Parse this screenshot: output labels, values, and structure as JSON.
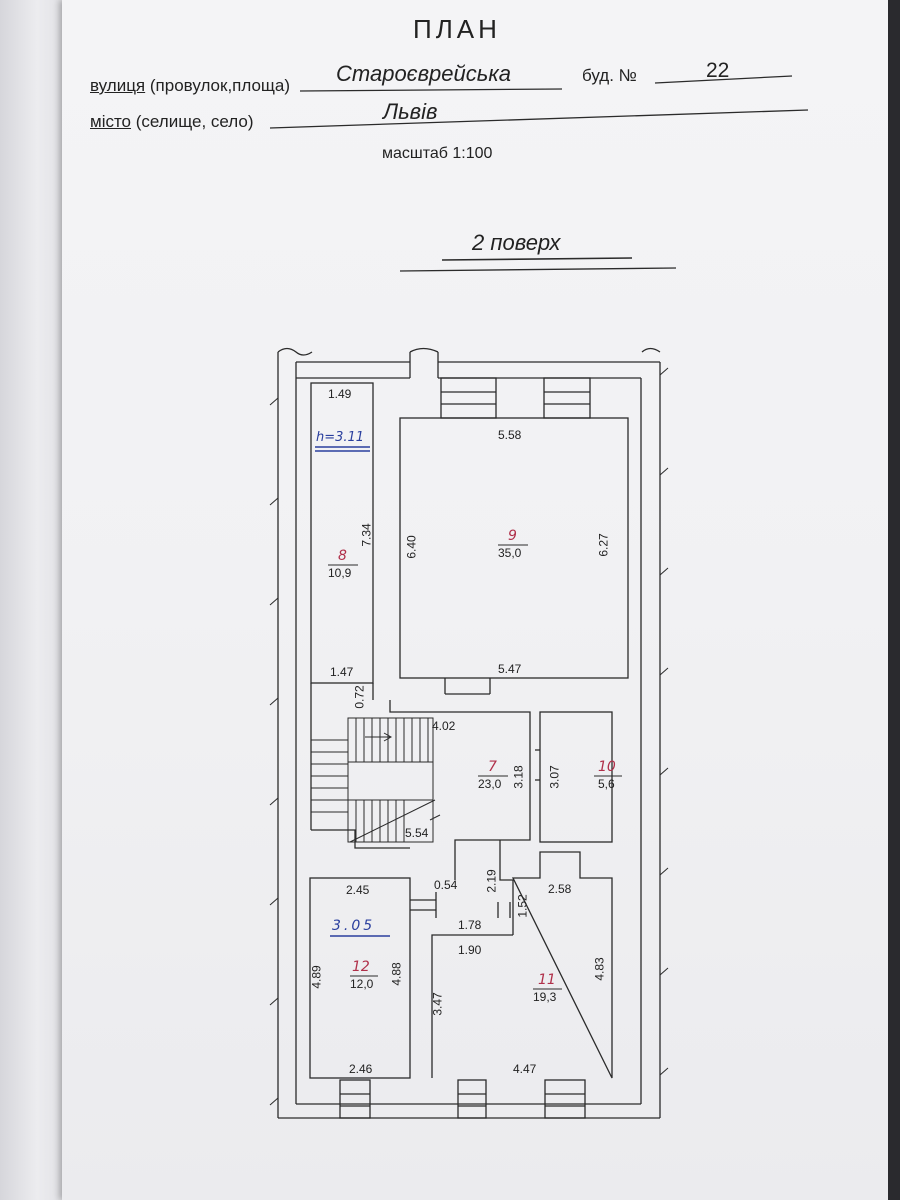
{
  "header": {
    "title": "ПЛАН",
    "street_label_1": "вулиця",
    "street_label_2": " (провулок,площа)",
    "street_value": "Староєврейська",
    "building_label": "буд. №",
    "building_value": "22",
    "city_label_1": "місто",
    "city_label_2": " (селище, село)",
    "city_value": "Львів",
    "scale": "масштаб 1:100"
  },
  "floor": {
    "title": "2 поверх"
  },
  "rooms": {
    "r8": {
      "number": "8",
      "area": "10,9"
    },
    "r9": {
      "number": "9",
      "area": "35,0"
    },
    "r7": {
      "number": "7",
      "area": "23,0"
    },
    "r10": {
      "number": "10",
      "area": "5,6"
    },
    "r12": {
      "number": "12",
      "area": "12,0"
    },
    "r11": {
      "number": "11",
      "area": "19,3"
    }
  },
  "annotations": {
    "height_top": "h=3.11",
    "height_bottom": "3.05"
  },
  "dimensions": {
    "d_1_49": "1.49",
    "d_5_58": "5.58",
    "d_7_34": "7.34",
    "d_6_40": "6.40",
    "d_6_27": "6.27",
    "d_1_47": "1.47",
    "d_5_47": "5.47",
    "d_0_72": "0.72",
    "d_4_02": "4.02",
    "d_3_18": "3.18",
    "d_3_07": "3.07",
    "d_5_54": "5.54",
    "d_2_45": "2.45",
    "d_0_54": "0.54",
    "d_2_19": "2.19",
    "d_2_58": "2.58",
    "d_1_52": "1.52",
    "d_1_78": "1.78",
    "d_1_90": "1.90",
    "d_4_89": "4.89",
    "d_4_88": "4.88",
    "d_3_47": "3.47",
    "d_4_83": "4.83",
    "d_2_46": "2.46",
    "d_4_47": "4.47"
  }
}
